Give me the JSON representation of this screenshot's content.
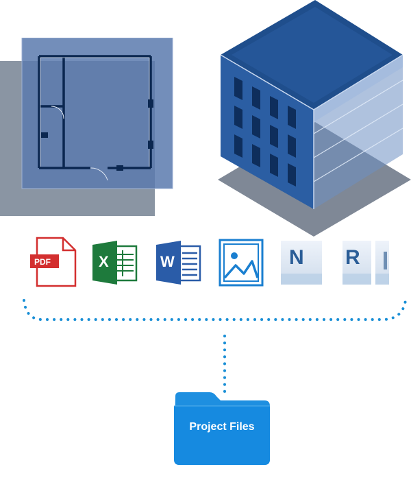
{
  "diagram": {
    "file_icons": [
      {
        "name": "pdf-icon",
        "label": "PDF"
      },
      {
        "name": "excel-icon",
        "label": "X"
      },
      {
        "name": "word-icon",
        "label": "W"
      },
      {
        "name": "image-icon"
      },
      {
        "name": "navisworks-icon",
        "label": "N"
      },
      {
        "name": "revit-icon",
        "label": "R"
      }
    ],
    "folder": {
      "label": "Project Files"
    },
    "colors": {
      "navy": "#1f4e8c",
      "plan_blue": "#4f6fa6",
      "plan_shadow": "#8a95a3",
      "pdf_red": "#d32f2f",
      "excel_green": "#1e7a3c",
      "word_blue": "#2a5ca8",
      "accent_blue": "#1a8fd6",
      "folder_blue": "#1e8fe0"
    }
  }
}
